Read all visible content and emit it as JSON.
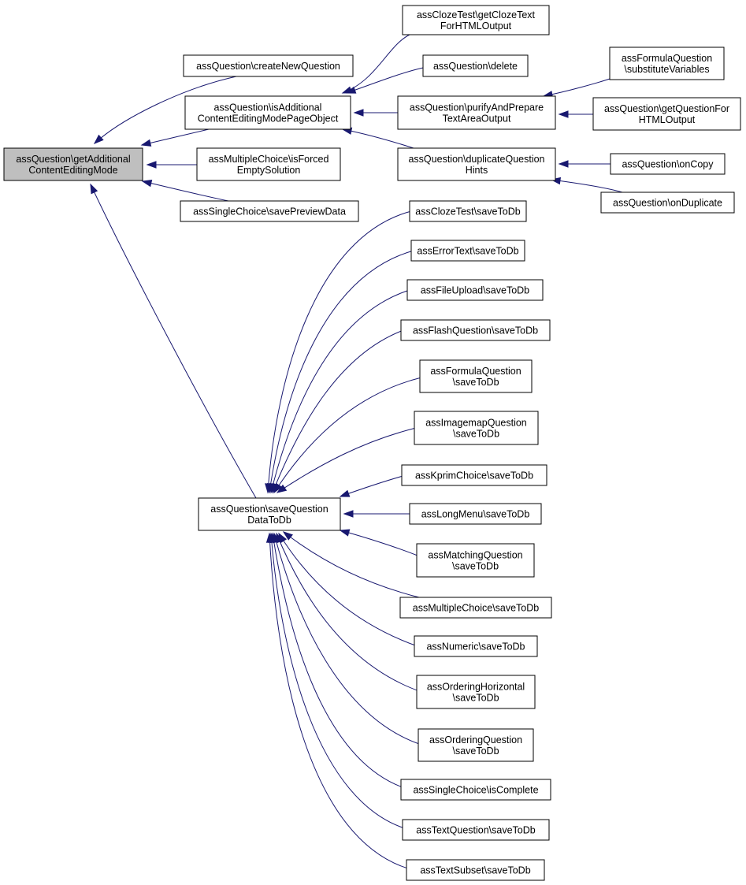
{
  "diagram": {
    "type": "call-graph",
    "colors": {
      "edge": "#191970",
      "root_fill": "#bfbfbf",
      "node_fill": "#ffffff",
      "node_border": "#000000"
    },
    "nodes": [
      {
        "id": "root",
        "lines": [
          "assQuestion\\getAdditional",
          "ContentEditingMode"
        ],
        "root": true
      },
      {
        "id": "createNew",
        "lines": [
          "assQuestion\\createNewQuestion"
        ]
      },
      {
        "id": "isAdditional",
        "lines": [
          "assQuestion\\isAdditional",
          "ContentEditingModePageObject"
        ]
      },
      {
        "id": "mcForced",
        "lines": [
          "assMultipleChoice\\isForced",
          "EmptySolution"
        ]
      },
      {
        "id": "scPreview",
        "lines": [
          "assSingleChoice\\savePreviewData"
        ]
      },
      {
        "id": "saveQData",
        "lines": [
          "assQuestion\\saveQuestion",
          "DataToDb"
        ]
      },
      {
        "id": "clozeGetText",
        "lines": [
          "assClozeTest\\getClozeText",
          "ForHTMLOutput"
        ]
      },
      {
        "id": "aqDelete",
        "lines": [
          "assQuestion\\delete"
        ]
      },
      {
        "id": "purify",
        "lines": [
          "assQuestion\\purifyAndPrepare",
          "TextAreaOutput"
        ]
      },
      {
        "id": "dupHints",
        "lines": [
          "assQuestion\\duplicateQuestion",
          "Hints"
        ]
      },
      {
        "id": "formulaSubst",
        "lines": [
          "assFormulaQuestion",
          "\\substituteVariables"
        ]
      },
      {
        "id": "getQForHTML",
        "lines": [
          "assQuestion\\getQuestionFor",
          "HTMLOutput"
        ]
      },
      {
        "id": "onCopy",
        "lines": [
          "assQuestion\\onCopy"
        ]
      },
      {
        "id": "onDuplicate",
        "lines": [
          "assQuestion\\onDuplicate"
        ]
      },
      {
        "id": "clozeSave",
        "lines": [
          "assClozeTest\\saveToDb"
        ]
      },
      {
        "id": "errorSave",
        "lines": [
          "assErrorText\\saveToDb"
        ]
      },
      {
        "id": "fileSave",
        "lines": [
          "assFileUpload\\saveToDb"
        ]
      },
      {
        "id": "flashSave",
        "lines": [
          "assFlashQuestion\\saveToDb"
        ]
      },
      {
        "id": "formulaSave",
        "lines": [
          "assFormulaQuestion",
          "\\saveToDb"
        ]
      },
      {
        "id": "imagemapSave",
        "lines": [
          "assImagemapQuestion",
          "\\saveToDb"
        ]
      },
      {
        "id": "kprimSave",
        "lines": [
          "assKprimChoice\\saveToDb"
        ]
      },
      {
        "id": "longmenuSave",
        "lines": [
          "assLongMenu\\saveToDb"
        ]
      },
      {
        "id": "matchingSave",
        "lines": [
          "assMatchingQuestion",
          "\\saveToDb"
        ]
      },
      {
        "id": "mcSave",
        "lines": [
          "assMultipleChoice\\saveToDb"
        ]
      },
      {
        "id": "numericSave",
        "lines": [
          "assNumeric\\saveToDb"
        ]
      },
      {
        "id": "ordHorizSave",
        "lines": [
          "assOrderingHorizontal",
          "\\saveToDb"
        ]
      },
      {
        "id": "ordQSave",
        "lines": [
          "assOrderingQuestion",
          "\\saveToDb"
        ]
      },
      {
        "id": "scComplete",
        "lines": [
          "assSingleChoice\\isComplete"
        ]
      },
      {
        "id": "textQSave",
        "lines": [
          "assTextQuestion\\saveToDb"
        ]
      },
      {
        "id": "textSubsetSave",
        "lines": [
          "assTextSubset\\saveToDb"
        ]
      }
    ],
    "edges": [
      {
        "from": "createNew",
        "to": "root"
      },
      {
        "from": "isAdditional",
        "to": "root"
      },
      {
        "from": "mcForced",
        "to": "root"
      },
      {
        "from": "scPreview",
        "to": "root"
      },
      {
        "from": "saveQData",
        "to": "root"
      },
      {
        "from": "clozeGetText",
        "to": "isAdditional"
      },
      {
        "from": "aqDelete",
        "to": "isAdditional"
      },
      {
        "from": "purify",
        "to": "isAdditional"
      },
      {
        "from": "dupHints",
        "to": "isAdditional"
      },
      {
        "from": "formulaSubst",
        "to": "purify"
      },
      {
        "from": "getQForHTML",
        "to": "purify"
      },
      {
        "from": "onCopy",
        "to": "dupHints"
      },
      {
        "from": "onDuplicate",
        "to": "dupHints"
      },
      {
        "from": "clozeSave",
        "to": "saveQData"
      },
      {
        "from": "errorSave",
        "to": "saveQData"
      },
      {
        "from": "fileSave",
        "to": "saveQData"
      },
      {
        "from": "flashSave",
        "to": "saveQData"
      },
      {
        "from": "formulaSave",
        "to": "saveQData"
      },
      {
        "from": "imagemapSave",
        "to": "saveQData"
      },
      {
        "from": "kprimSave",
        "to": "saveQData"
      },
      {
        "from": "longmenuSave",
        "to": "saveQData"
      },
      {
        "from": "matchingSave",
        "to": "saveQData"
      },
      {
        "from": "mcSave",
        "to": "saveQData"
      },
      {
        "from": "numericSave",
        "to": "saveQData"
      },
      {
        "from": "ordHorizSave",
        "to": "saveQData"
      },
      {
        "from": "ordQSave",
        "to": "saveQData"
      },
      {
        "from": "scComplete",
        "to": "saveQData"
      },
      {
        "from": "textQSave",
        "to": "saveQData"
      },
      {
        "from": "textSubsetSave",
        "to": "saveQData"
      }
    ]
  }
}
